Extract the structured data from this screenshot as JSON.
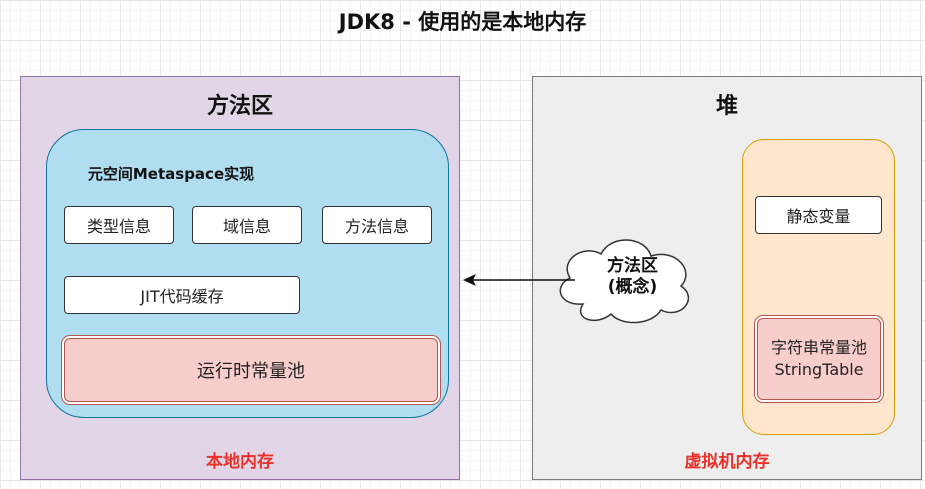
{
  "title": "JDK8 - 使用的是本地内存",
  "left_panel": {
    "title": "方法区",
    "footer": "本地内存",
    "metaspace": {
      "title": "元空间Metaspace实现",
      "items": [
        "类型信息",
        "域信息",
        "方法信息"
      ],
      "jit_cache": "JIT代码缓存",
      "runtime_constant_pool": "运行时常量池"
    }
  },
  "right_panel": {
    "title": "堆",
    "footer": "虚拟机内存",
    "static_vars": "静态变量",
    "string_table_line1": "字符串常量池",
    "string_table_line2": "StringTable"
  },
  "cloud": {
    "line1": "方法区",
    "line2": "(概念)"
  },
  "colors": {
    "method_area_fill": "#e1d5e7",
    "metaspace_fill": "#b1ddf0",
    "heap_fill": "#eeeeee",
    "heap_inner_fill": "#ffe6cc",
    "pool_fill": "#f8cecc",
    "footer_text": "#e8322b"
  }
}
